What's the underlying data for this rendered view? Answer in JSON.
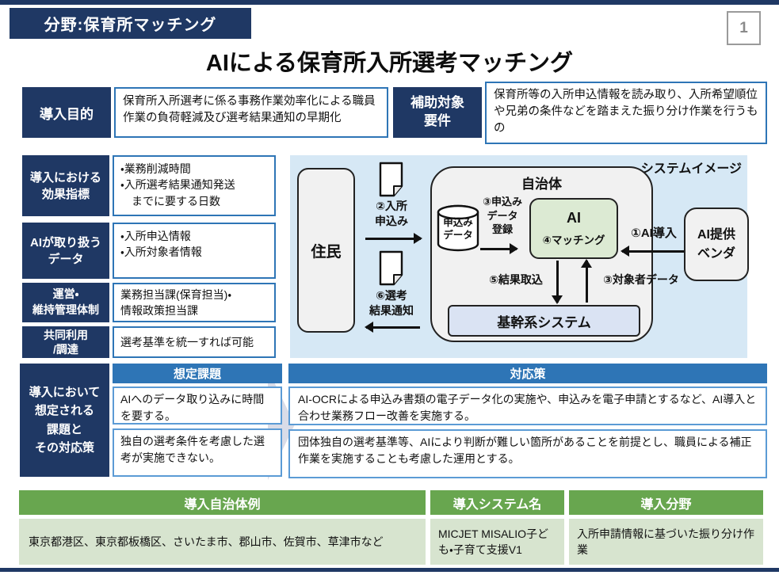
{
  "page": {
    "field_banner": "分野:保育所マッチング",
    "page_number": "1",
    "title": "AIによる保育所入所選考マッチング"
  },
  "info_rows": {
    "purpose_label": "導入目的",
    "purpose_text": "保育所入所選考に係る事務作業効率化による職員作業の負荷軽減及び選考結果通知の早期化",
    "subsidy_label": "補助対象\n要件",
    "subsidy_text": "保育所等の入所申込情報を読み取り、入所希望順位や兄弟の条件などを踏まえた振り分け作業を行うもの"
  },
  "left_panel": {
    "rows": [
      {
        "label": "導入における\n効果指標",
        "text": "・業務削減時間\n・入所選考結果通知発送\n　までに要する日数"
      },
      {
        "label": "AIが取り扱う\nデータ",
        "text": "・入所申込情報\n・入所対象者情報"
      },
      {
        "label": "運営・\n維持管理体制",
        "text": "業務担当課(保育担当)・\n情報政策担当課"
      },
      {
        "label": "共同利用\n/調達",
        "text": "選考基準を統一すれば可能"
      }
    ]
  },
  "diagram": {
    "caption": "システムイメージ",
    "resident_box": "住民",
    "municipality_box": "自治体",
    "application_db": "申込み\nデータ",
    "ai_box_title": "AI",
    "ai_box_step": "④マッチング",
    "core_system_box": "基幹系システム",
    "vendor_box": "AI提供\nベンダ",
    "step1_label": "①AI導入",
    "step2_label": "②入所\n申込み",
    "step3_register_label": "③申込み\nデータ\n登録",
    "step3_subject_label": "③対象者データ",
    "step5_label": "⑤結果取込",
    "step6_label": "⑥選考\n結果通知"
  },
  "issues_section": {
    "label": "導入において\n想定される\n課題と\nその対応策",
    "issues_header": "想定課題",
    "issues": [
      "AIへのデータ取り込みに時間を要する。",
      "独自の選考条件を考慮した選考が実施できない。"
    ],
    "solutions_header": "対応策",
    "solutions": [
      "AI-OCRによる申込み書類の電子データ化の実施や、申込みを電子申請とするなど、AI導入と合わせ業務フロー改善を実施する。",
      "団体独自の選考基準等、AIにより判断が難しい箇所があることを前提とし、職員による補正作業を実施することも考慮した運用とする。"
    ]
  },
  "table": {
    "headers": [
      "導入自治体例",
      "導入システム名",
      "導入分野"
    ],
    "row": [
      "東京都港区、東京都板橋区、さいたま市、郡山市、佐賀市、草津市など",
      "MICJET MISALIO子ども・子育て支援V1",
      "入所申請情報に基づいた振り分け作業"
    ]
  },
  "colors": {
    "navy": "#1f3864",
    "header_blue": "#2e75b6",
    "panel_blue": "#d6e8f5",
    "ai_green": "#dcead3",
    "core_system_blue": "#dae3f3",
    "table_header_green": "#68a64f",
    "table_row_green": "#d7e4cf"
  }
}
